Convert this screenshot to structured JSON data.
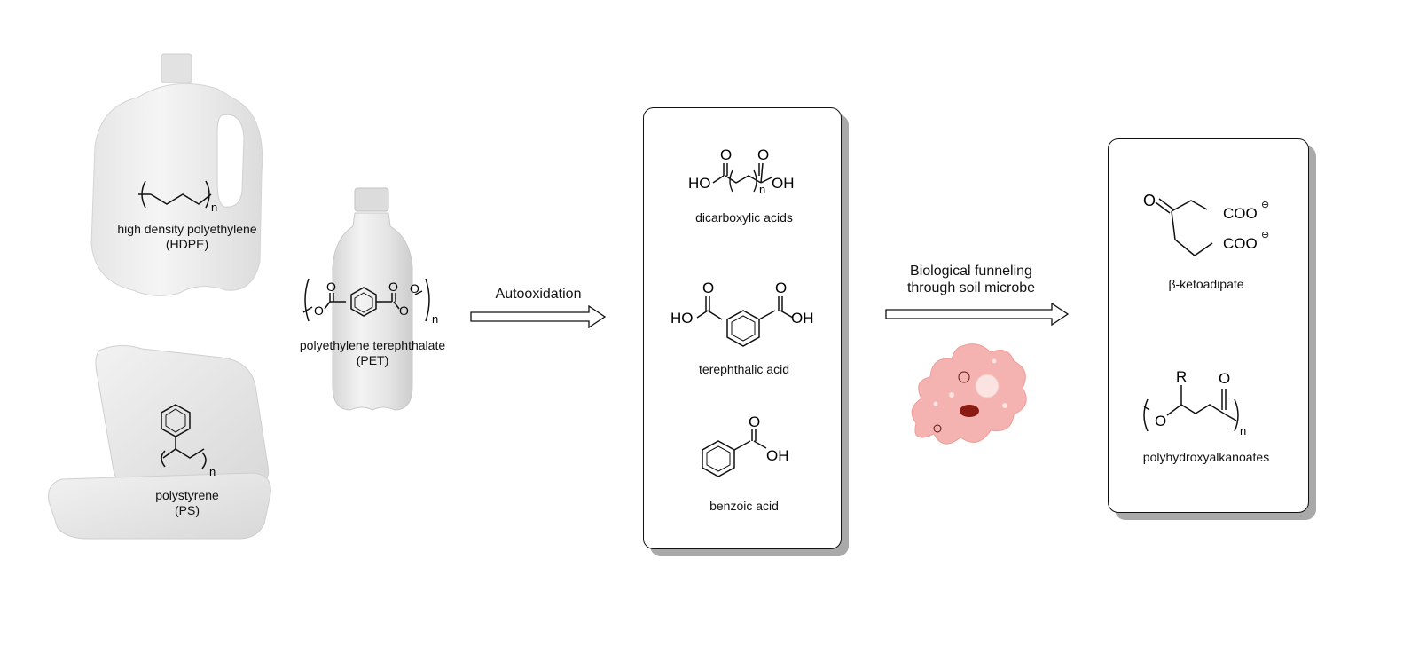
{
  "plastics": {
    "hdpe": {
      "line1": "high density polyethylene",
      "line2": "(HDPE)",
      "sub": "n"
    },
    "ps": {
      "line1": "polystyrene",
      "line2": "(PS)",
      "sub": "n"
    },
    "pet": {
      "line1": "polyethylene terephthalate",
      "line2": "(PET)",
      "sub": "n"
    }
  },
  "arrows": {
    "first": {
      "label": "Autooxidation"
    },
    "second": {
      "line1": "Biological funneling",
      "line2": "through soil microbe"
    }
  },
  "intermediates": {
    "dicarboxylic": {
      "name": "dicarboxylic acids",
      "ho": "HO",
      "oh": "OH",
      "o": "O",
      "sub": "n"
    },
    "terephthalic": {
      "name": "terephthalic acid",
      "ho": "HO",
      "oh": "OH",
      "o": "O"
    },
    "benzoic": {
      "name": "benzoic acid",
      "oh": "OH",
      "o": "O"
    }
  },
  "products": {
    "ketoadipate": {
      "name": "β-ketoadipate",
      "o": "O",
      "coo": "COO",
      "charge": "⊖"
    },
    "pha": {
      "name": "polyhydroxyalkanoates",
      "r": "R",
      "o": "O",
      "sub": "n"
    }
  },
  "colors": {
    "microbe_body": "#f4b3b0",
    "microbe_nucleus": "#8b1a12",
    "panel_shadow": "#a9a9a9"
  }
}
